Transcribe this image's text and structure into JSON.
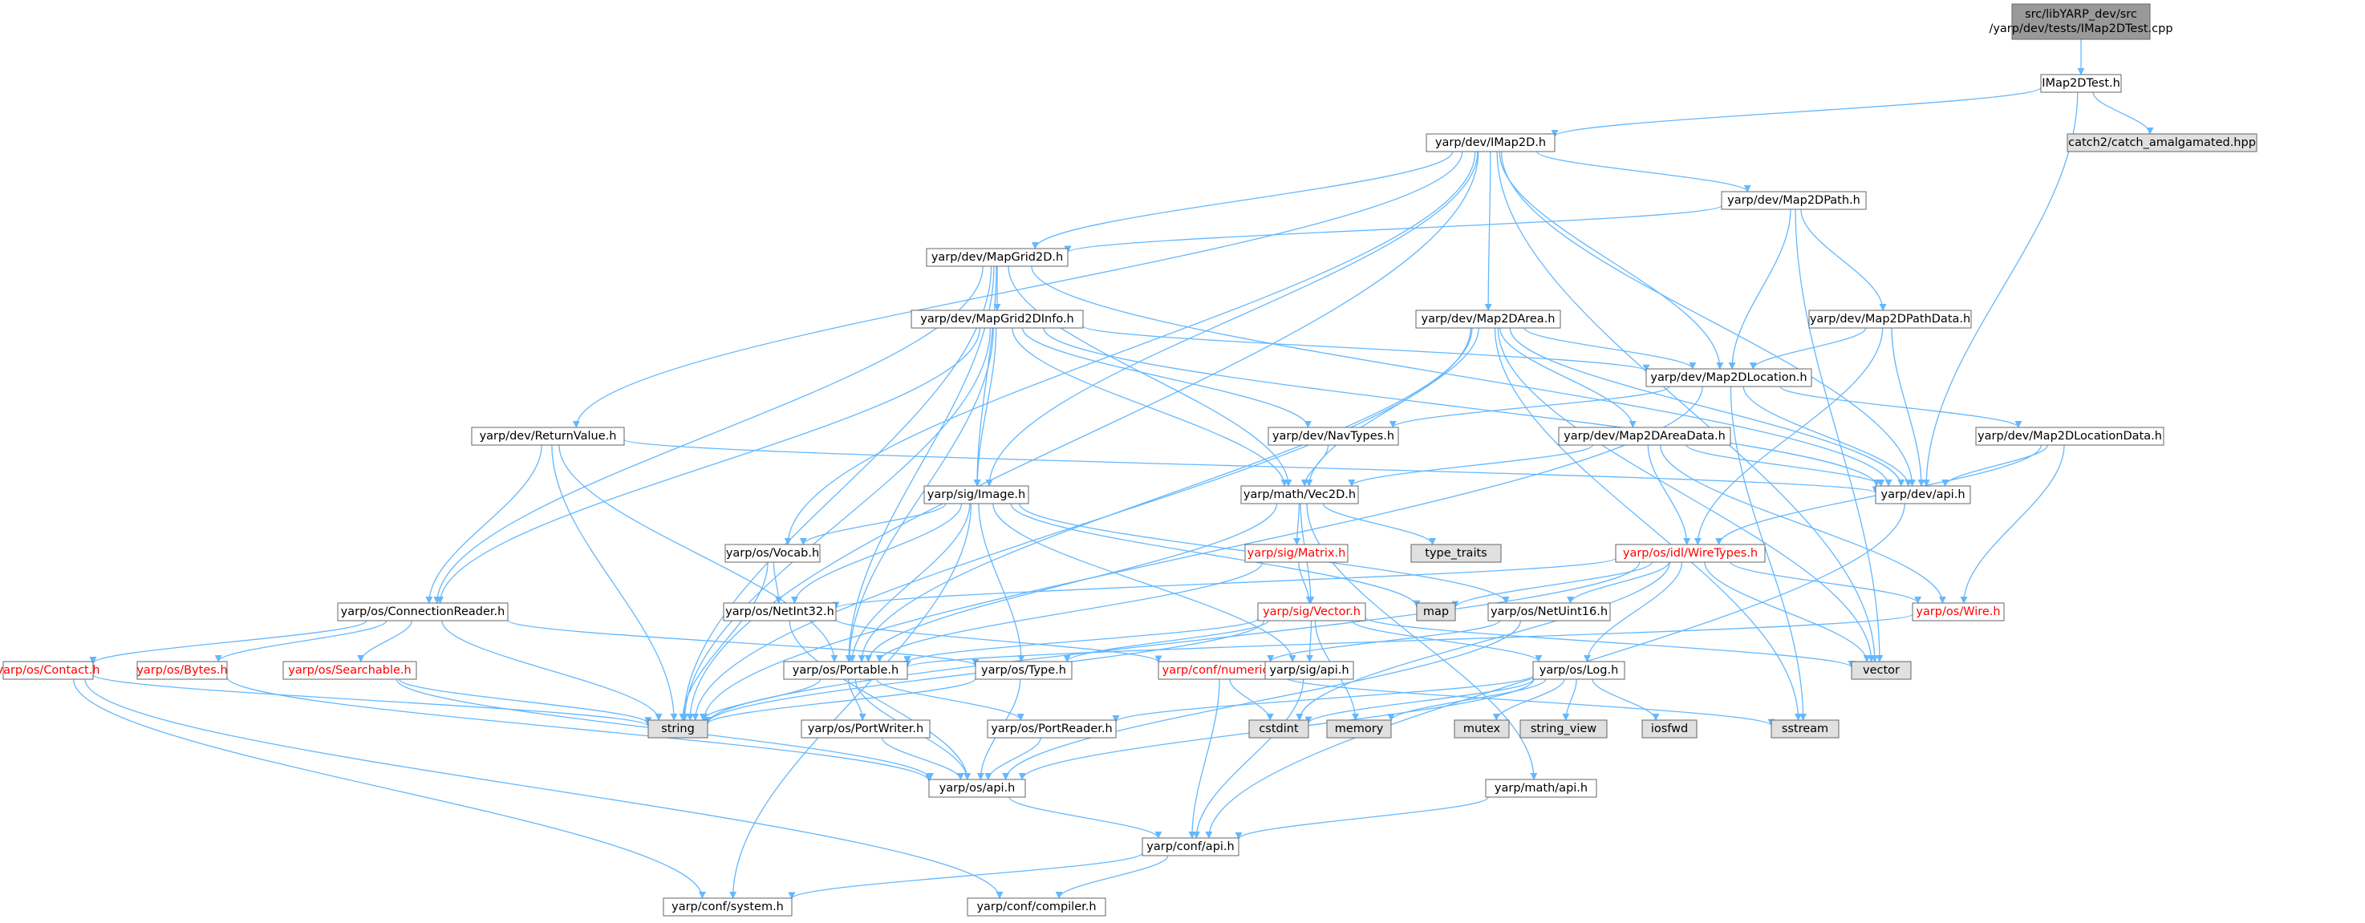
{
  "colors": {
    "edge": "#63b8ff",
    "node_fill": "#ffffff",
    "node_border": "#666666",
    "node_text": "#000000",
    "root_fill": "#999999",
    "system_fill": "#e0e0e0",
    "truncated_border": "#ff0000",
    "truncated_text": "#ff0000"
  },
  "nodes": [
    {
      "id": "root",
      "label": [
        "src/libYARP_dev/src",
        "/yarp/dev/tests/IMap2DTest.cpp"
      ],
      "kind": "root"
    },
    {
      "id": "imap2dtest",
      "label": [
        "IMap2DTest.h"
      ],
      "kind": "normal"
    },
    {
      "id": "catch2",
      "label": [
        "catch2/catch_amalgamated.hpp"
      ],
      "kind": "system"
    },
    {
      "id": "imap2d",
      "label": [
        "yarp/dev/IMap2D.h"
      ],
      "kind": "normal"
    },
    {
      "id": "map2dpath",
      "label": [
        "yarp/dev/Map2DPath.h"
      ],
      "kind": "normal"
    },
    {
      "id": "mapgrid2d",
      "label": [
        "yarp/dev/MapGrid2D.h"
      ],
      "kind": "normal"
    },
    {
      "id": "mapgrid2dinfo",
      "label": [
        "yarp/dev/MapGrid2DInfo.h"
      ],
      "kind": "normal"
    },
    {
      "id": "map2darea",
      "label": [
        "yarp/dev/Map2DArea.h"
      ],
      "kind": "normal"
    },
    {
      "id": "map2dpathdata",
      "label": [
        "yarp/dev/Map2DPathData.h"
      ],
      "kind": "normal"
    },
    {
      "id": "map2dlocation",
      "label": [
        "yarp/dev/Map2DLocation.h"
      ],
      "kind": "normal"
    },
    {
      "id": "returnvalue",
      "label": [
        "yarp/dev/ReturnValue.h"
      ],
      "kind": "normal"
    },
    {
      "id": "navtypes",
      "label": [
        "yarp/dev/NavTypes.h"
      ],
      "kind": "normal"
    },
    {
      "id": "map2dareadata",
      "label": [
        "yarp/dev/Map2DAreaData.h"
      ],
      "kind": "normal"
    },
    {
      "id": "map2dlocationdata",
      "label": [
        "yarp/dev/Map2DLocationData.h"
      ],
      "kind": "normal"
    },
    {
      "id": "devapi",
      "label": [
        "yarp/dev/api.h"
      ],
      "kind": "normal"
    },
    {
      "id": "image",
      "label": [
        "yarp/sig/Image.h"
      ],
      "kind": "normal"
    },
    {
      "id": "vec2d",
      "label": [
        "yarp/math/Vec2D.h"
      ],
      "kind": "normal"
    },
    {
      "id": "vocab",
      "label": [
        "yarp/os/Vocab.h"
      ],
      "kind": "normal"
    },
    {
      "id": "matrix",
      "label": [
        "yarp/sig/Matrix.h"
      ],
      "kind": "truncated"
    },
    {
      "id": "typetraits",
      "label": [
        "type_traits"
      ],
      "kind": "system"
    },
    {
      "id": "wiretypes",
      "label": [
        "yarp/os/idl/WireTypes.h"
      ],
      "kind": "truncated"
    },
    {
      "id": "connreader",
      "label": [
        "yarp/os/ConnectionReader.h"
      ],
      "kind": "normal"
    },
    {
      "id": "netint32",
      "label": [
        "yarp/os/NetInt32.h"
      ],
      "kind": "normal"
    },
    {
      "id": "map",
      "label": [
        "map"
      ],
      "kind": "system"
    },
    {
      "id": "vector_h",
      "label": [
        "yarp/sig/Vector.h"
      ],
      "kind": "truncated"
    },
    {
      "id": "netuint16",
      "label": [
        "yarp/os/NetUint16.h"
      ],
      "kind": "normal"
    },
    {
      "id": "wire",
      "label": [
        "yarp/os/Wire.h"
      ],
      "kind": "truncated"
    },
    {
      "id": "contact",
      "label": [
        "yarp/os/Contact.h"
      ],
      "kind": "truncated"
    },
    {
      "id": "bytes",
      "label": [
        "yarp/os/Bytes.h"
      ],
      "kind": "truncated"
    },
    {
      "id": "searchable",
      "label": [
        "yarp/os/Searchable.h"
      ],
      "kind": "truncated"
    },
    {
      "id": "portable",
      "label": [
        "yarp/os/Portable.h"
      ],
      "kind": "normal"
    },
    {
      "id": "type_h",
      "label": [
        "yarp/os/Type.h"
      ],
      "kind": "normal"
    },
    {
      "id": "numeric",
      "label": [
        "yarp/conf/numeric.h"
      ],
      "kind": "truncated"
    },
    {
      "id": "sigapi",
      "label": [
        "yarp/sig/api.h"
      ],
      "kind": "normal"
    },
    {
      "id": "log",
      "label": [
        "yarp/os/Log.h"
      ],
      "kind": "normal"
    },
    {
      "id": "vector",
      "label": [
        "vector"
      ],
      "kind": "system"
    },
    {
      "id": "string",
      "label": [
        "string"
      ],
      "kind": "system"
    },
    {
      "id": "cstdint",
      "label": [
        "cstdint"
      ],
      "kind": "system"
    },
    {
      "id": "memory",
      "label": [
        "memory"
      ],
      "kind": "system"
    },
    {
      "id": "mutex",
      "label": [
        "mutex"
      ],
      "kind": "system"
    },
    {
      "id": "stringview",
      "label": [
        "string_view"
      ],
      "kind": "system"
    },
    {
      "id": "iosfwd",
      "label": [
        "iosfwd"
      ],
      "kind": "system"
    },
    {
      "id": "sstream",
      "label": [
        "sstream"
      ],
      "kind": "system"
    },
    {
      "id": "portwriter",
      "label": [
        "yarp/os/PortWriter.h"
      ],
      "kind": "normal"
    },
    {
      "id": "portreader",
      "label": [
        "yarp/os/PortReader.h"
      ],
      "kind": "normal"
    },
    {
      "id": "osapi",
      "label": [
        "yarp/os/api.h"
      ],
      "kind": "normal"
    },
    {
      "id": "mathapi",
      "label": [
        "yarp/math/api.h"
      ],
      "kind": "normal"
    },
    {
      "id": "confapi",
      "label": [
        "yarp/conf/api.h"
      ],
      "kind": "normal"
    },
    {
      "id": "system",
      "label": [
        "yarp/conf/system.h"
      ],
      "kind": "normal"
    },
    {
      "id": "compiler",
      "label": [
        "yarp/conf/compiler.h"
      ],
      "kind": "normal"
    }
  ],
  "edges": [
    [
      "root",
      "imap2dtest"
    ],
    [
      "imap2dtest",
      "catch2"
    ],
    [
      "imap2dtest",
      "imap2d"
    ],
    [
      "imap2dtest",
      "devapi"
    ],
    [
      "imap2d",
      "map2dpath"
    ],
    [
      "imap2d",
      "mapgrid2d"
    ],
    [
      "imap2d",
      "map2darea"
    ],
    [
      "imap2d",
      "map2dlocation"
    ],
    [
      "imap2d",
      "returnvalue"
    ],
    [
      "imap2d",
      "devapi"
    ],
    [
      "imap2d",
      "image"
    ],
    [
      "imap2d",
      "vocab"
    ],
    [
      "imap2d",
      "string"
    ],
    [
      "imap2d",
      "vector"
    ],
    [
      "map2dpath",
      "mapgrid2d"
    ],
    [
      "map2dpath",
      "map2dpathdata"
    ],
    [
      "map2dpath",
      "map2dlocation"
    ],
    [
      "map2dpath",
      "vector"
    ],
    [
      "mapgrid2d",
      "mapgrid2dinfo"
    ],
    [
      "mapgrid2d",
      "image"
    ],
    [
      "mapgrid2d",
      "vec2d"
    ],
    [
      "mapgrid2d",
      "devapi"
    ],
    [
      "mapgrid2d",
      "connreader"
    ],
    [
      "mapgrid2d",
      "portable"
    ],
    [
      "mapgrid2d",
      "string"
    ],
    [
      "mapgrid2dinfo",
      "map2dlocation"
    ],
    [
      "mapgrid2dinfo",
      "navtypes"
    ],
    [
      "mapgrid2dinfo",
      "image"
    ],
    [
      "mapgrid2dinfo",
      "vec2d"
    ],
    [
      "mapgrid2dinfo",
      "devapi"
    ],
    [
      "mapgrid2dinfo",
      "connreader"
    ],
    [
      "mapgrid2dinfo",
      "portable"
    ],
    [
      "mapgrid2dinfo",
      "string"
    ],
    [
      "map2darea",
      "map2dlocation"
    ],
    [
      "map2darea",
      "map2dareadata"
    ],
    [
      "map2darea",
      "vec2d"
    ],
    [
      "map2darea",
      "devapi"
    ],
    [
      "map2darea",
      "portable"
    ],
    [
      "map2darea",
      "string"
    ],
    [
      "map2darea",
      "vector"
    ],
    [
      "map2darea",
      "sstream"
    ],
    [
      "map2dpathdata",
      "map2dlocation"
    ],
    [
      "map2dpathdata",
      "devapi"
    ],
    [
      "map2dpathdata",
      "wiretypes"
    ],
    [
      "map2dlocation",
      "navtypes"
    ],
    [
      "map2dlocation",
      "map2dlocationdata"
    ],
    [
      "map2dlocation",
      "devapi"
    ],
    [
      "map2dlocation",
      "string"
    ],
    [
      "map2dlocation",
      "sstream"
    ],
    [
      "returnvalue",
      "devapi"
    ],
    [
      "returnvalue",
      "string"
    ],
    [
      "returnvalue",
      "portable"
    ],
    [
      "returnvalue",
      "connreader"
    ],
    [
      "navtypes",
      "vec2d"
    ],
    [
      "map2dareadata",
      "vec2d"
    ],
    [
      "map2dareadata",
      "devapi"
    ],
    [
      "map2dareadata",
      "wiretypes"
    ],
    [
      "map2dareadata",
      "wire"
    ],
    [
      "map2dlocationdata",
      "devapi"
    ],
    [
      "map2dlocationdata",
      "wiretypes"
    ],
    [
      "map2dlocationdata",
      "wire"
    ],
    [
      "devapi",
      "confapi"
    ],
    [
      "image",
      "vocab"
    ],
    [
      "image",
      "netint32"
    ],
    [
      "image",
      "map"
    ],
    [
      "image",
      "netuint16"
    ],
    [
      "image",
      "portable"
    ],
    [
      "image",
      "type_h"
    ],
    [
      "image",
      "sigapi"
    ],
    [
      "image",
      "system"
    ],
    [
      "vec2d",
      "matrix"
    ],
    [
      "vec2d",
      "typetraits"
    ],
    [
      "vec2d",
      "vector_h"
    ],
    [
      "vec2d",
      "portable"
    ],
    [
      "vec2d",
      "mathapi"
    ],
    [
      "vocab",
      "netint32"
    ],
    [
      "vocab",
      "string"
    ],
    [
      "matrix",
      "vector_h"
    ],
    [
      "matrix",
      "portable"
    ],
    [
      "wiretypes",
      "netint32"
    ],
    [
      "wiretypes",
      "map"
    ],
    [
      "wiretypes",
      "netuint16"
    ],
    [
      "wiretypes",
      "wire"
    ],
    [
      "wiretypes",
      "log"
    ],
    [
      "wiretypes",
      "vector"
    ],
    [
      "wiretypes",
      "string"
    ],
    [
      "wiretypes",
      "cstdint"
    ],
    [
      "connreader",
      "contact"
    ],
    [
      "connreader",
      "bytes"
    ],
    [
      "connreader",
      "searchable"
    ],
    [
      "connreader",
      "string"
    ],
    [
      "connreader",
      "type_h"
    ],
    [
      "netint32",
      "numeric"
    ],
    [
      "netint32",
      "osapi"
    ],
    [
      "vector_h",
      "portable"
    ],
    [
      "vector_h",
      "type_h"
    ],
    [
      "vector_h",
      "sigapi"
    ],
    [
      "vector_h",
      "log"
    ],
    [
      "vector_h",
      "vector"
    ],
    [
      "vector_h",
      "string"
    ],
    [
      "vector_h",
      "memory"
    ],
    [
      "netuint16",
      "numeric"
    ],
    [
      "netuint16",
      "osapi"
    ],
    [
      "wire",
      "portable"
    ],
    [
      "contact",
      "string"
    ],
    [
      "contact",
      "system"
    ],
    [
      "contact",
      "compiler"
    ],
    [
      "bytes",
      "osapi"
    ],
    [
      "searchable",
      "string"
    ],
    [
      "searchable",
      "osapi"
    ],
    [
      "portable",
      "portwriter"
    ],
    [
      "portable",
      "portreader"
    ],
    [
      "portable",
      "osapi"
    ],
    [
      "portable",
      "string"
    ],
    [
      "type_h",
      "osapi"
    ],
    [
      "type_h",
      "string"
    ],
    [
      "numeric",
      "confapi"
    ],
    [
      "numeric",
      "cstdint"
    ],
    [
      "numeric",
      "sstream"
    ],
    [
      "sigapi",
      "confapi"
    ],
    [
      "log",
      "osapi"
    ],
    [
      "log",
      "cstdint"
    ],
    [
      "log",
      "memory"
    ],
    [
      "log",
      "mutex"
    ],
    [
      "log",
      "stringview"
    ],
    [
      "log",
      "iosfwd"
    ],
    [
      "log",
      "portreader"
    ],
    [
      "portwriter",
      "osapi"
    ],
    [
      "portreader",
      "osapi"
    ],
    [
      "osapi",
      "confapi"
    ],
    [
      "mathapi",
      "confapi"
    ],
    [
      "confapi",
      "system"
    ],
    [
      "confapi",
      "compiler"
    ]
  ]
}
